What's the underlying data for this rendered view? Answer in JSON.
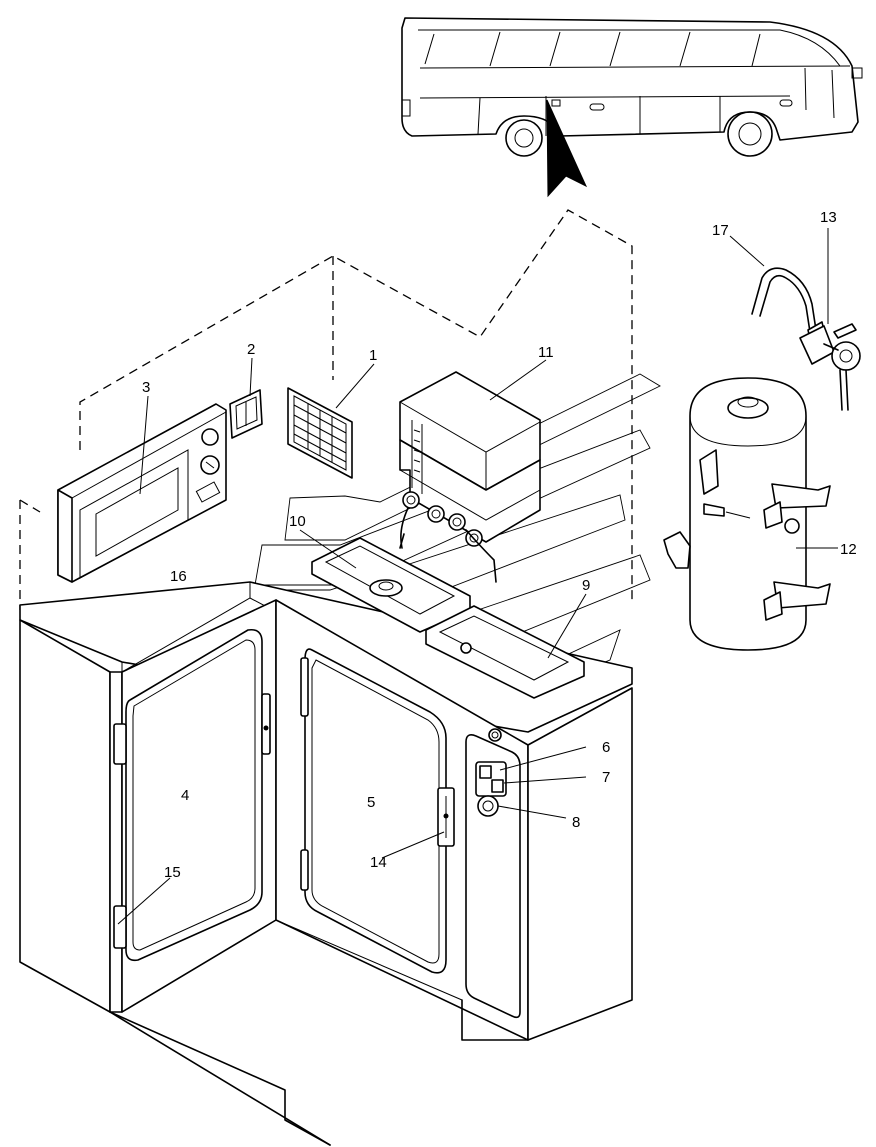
{
  "callouts": [
    {
      "id": "1",
      "label": "1",
      "part": "ventilation-grille"
    },
    {
      "id": "2",
      "label": "2",
      "part": "wall-switch"
    },
    {
      "id": "3",
      "label": "3",
      "part": "microwave-oven"
    },
    {
      "id": "4",
      "label": "4",
      "part": "left-cabinet-door"
    },
    {
      "id": "5",
      "label": "5",
      "part": "right-cabinet-door"
    },
    {
      "id": "6",
      "label": "6",
      "part": "control-switch-upper"
    },
    {
      "id": "7",
      "label": "7",
      "part": "control-switch-lower"
    },
    {
      "id": "8",
      "label": "8",
      "part": "control-knob"
    },
    {
      "id": "9",
      "label": "9",
      "part": "right-sink"
    },
    {
      "id": "10",
      "label": "10",
      "part": "left-sink"
    },
    {
      "id": "11",
      "label": "11",
      "part": "water-unit"
    },
    {
      "id": "12",
      "label": "12",
      "part": "water-heater-tank"
    },
    {
      "id": "13",
      "label": "13",
      "part": "valve-fitting"
    },
    {
      "id": "14",
      "label": "14",
      "part": "door-lock"
    },
    {
      "id": "15",
      "label": "15",
      "part": "door-hinge"
    },
    {
      "id": "16",
      "label": "16",
      "part": "countertop"
    },
    {
      "id": "17",
      "label": "17",
      "part": "swivel-faucet"
    }
  ]
}
